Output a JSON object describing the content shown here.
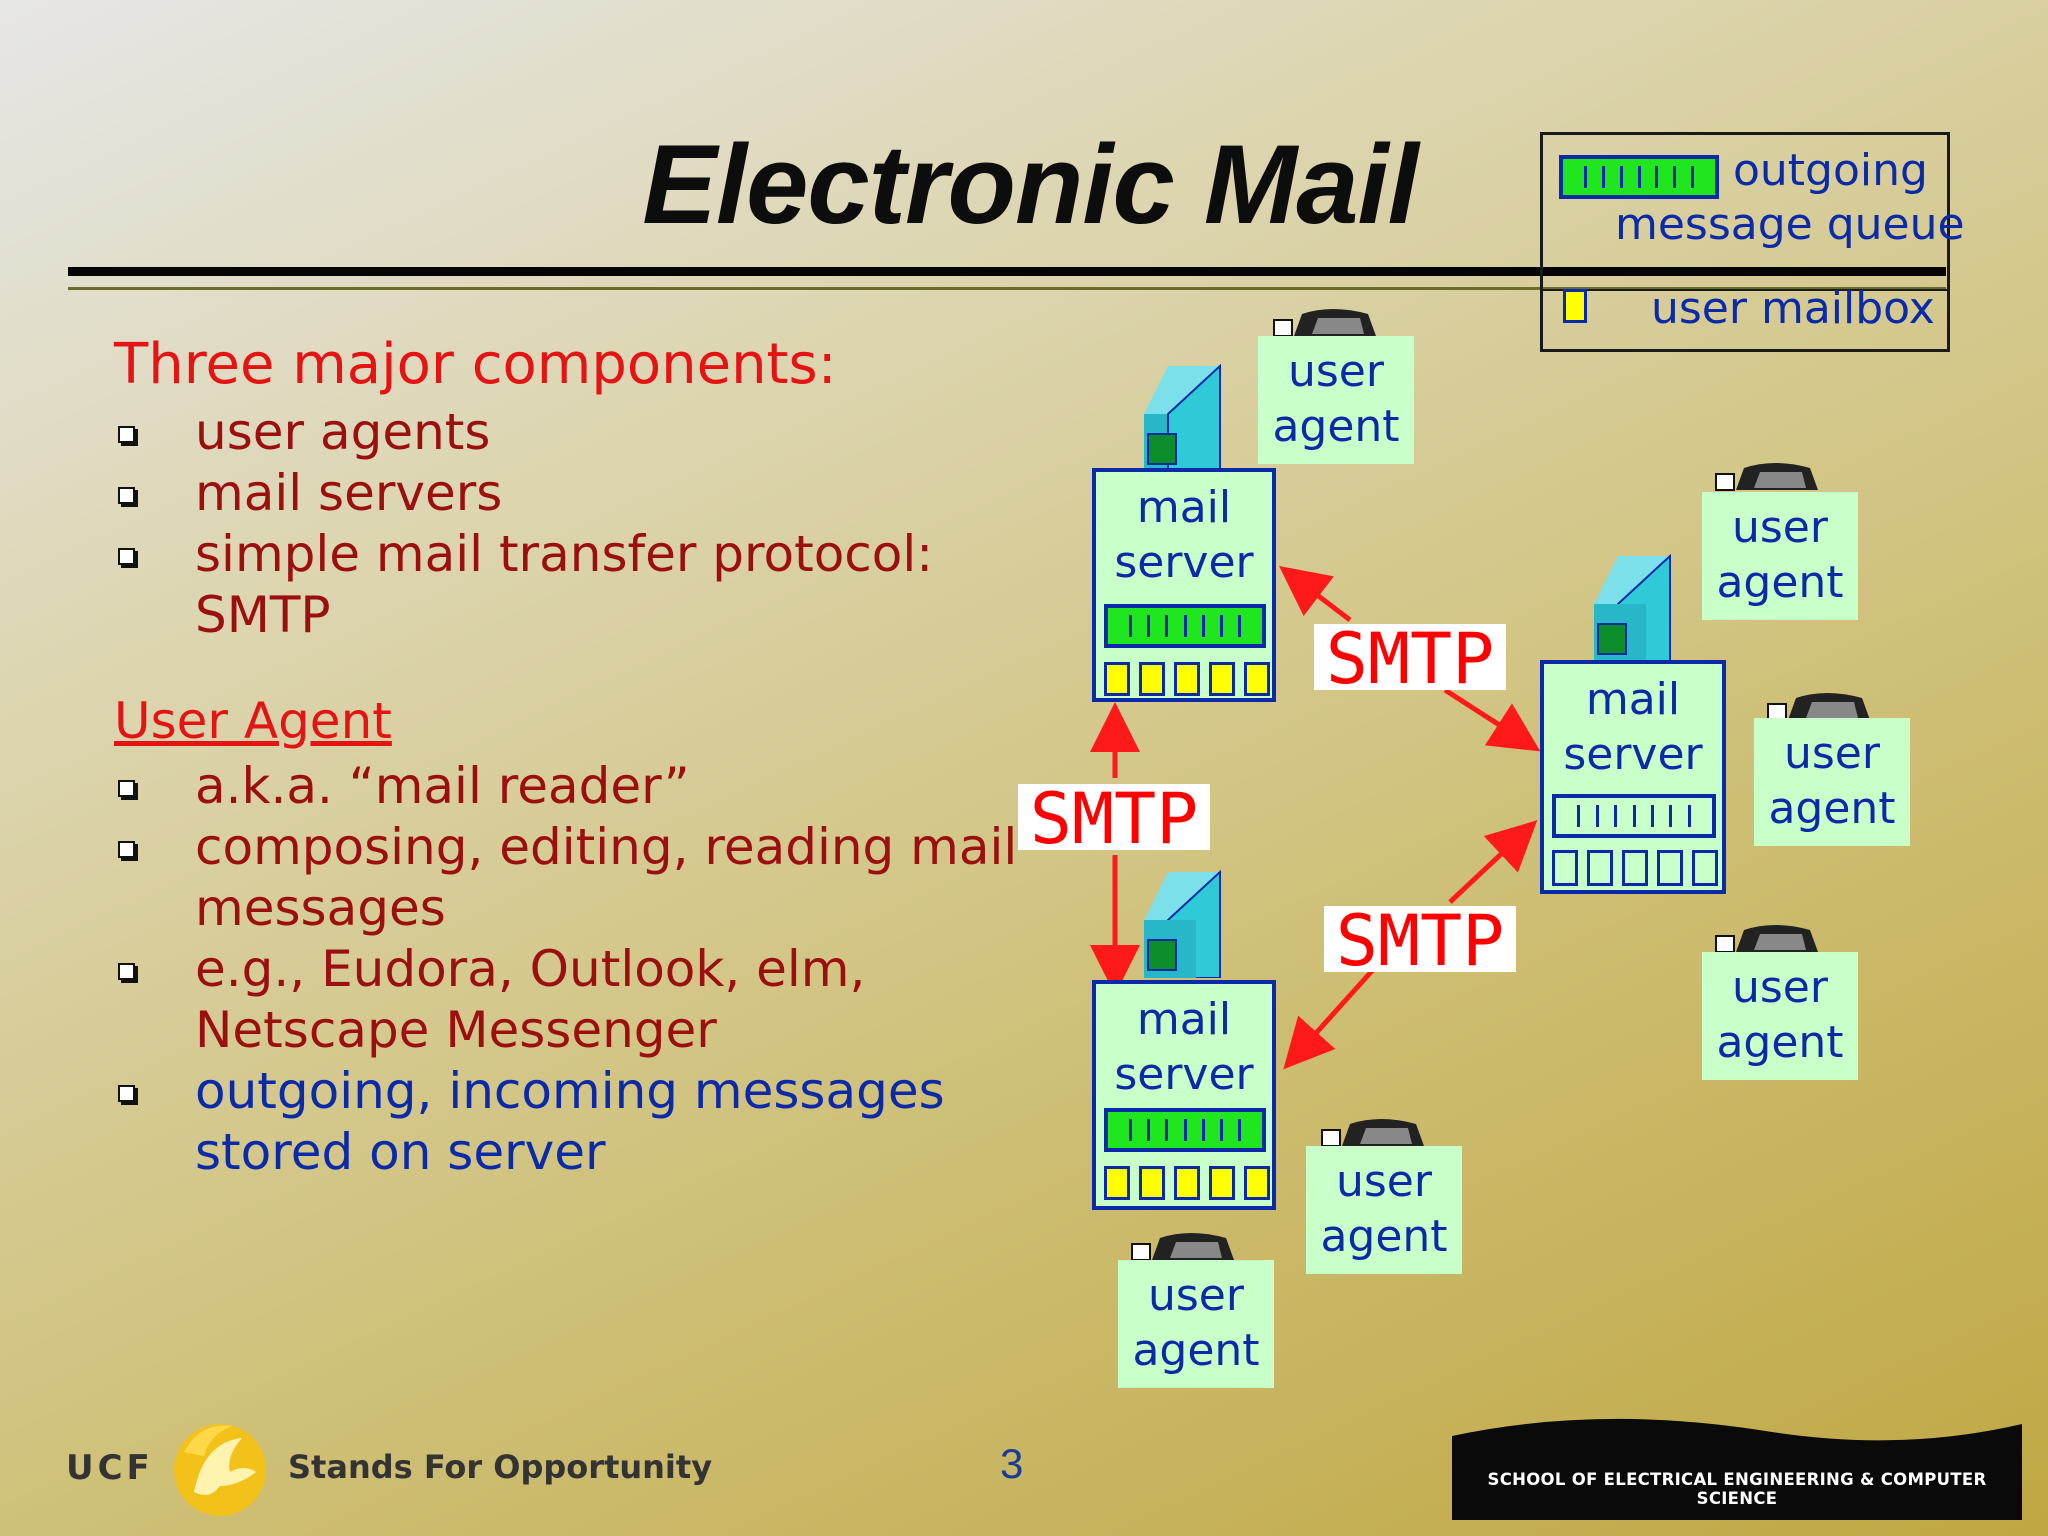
{
  "slide": {
    "title": "Electronic Mail",
    "page_number": "3"
  },
  "legend": {
    "outgoing_label_1": "outgoing",
    "outgoing_label_2": "message queue",
    "mailbox_label": "user mailbox"
  },
  "content": {
    "heading": "Three major components:",
    "components": [
      "user agents",
      "mail servers",
      "simple mail transfer protocol:",
      "SMTP"
    ],
    "ua_heading": "User Agent",
    "ua_bullets": [
      "a.k.a. “mail reader”",
      "composing, editing, reading mail",
      "messages",
      "e.g., Eudora, Outlook, elm,",
      "Netscape Messenger",
      "outgoing, incoming messages",
      "stored on server"
    ]
  },
  "diagram": {
    "user_agent_line1": "user",
    "user_agent_line2": "agent",
    "mail_server_line1": "mail",
    "mail_server_line2": "server",
    "protocol_label": "SMTP"
  },
  "footer": {
    "brand": "UCF",
    "tagline": "Stands For Opportunity",
    "school": "SCHOOL OF ELECTRICAL ENGINEERING & COMPUTER SCIENCE"
  },
  "colors": {
    "accent_red": "#e51414",
    "text_darkred": "#9b0f0f",
    "text_blue": "#0b2aa8",
    "mint": "#c9ffc9",
    "queue_green": "#1fe61f",
    "mailbox_yellow": "#ffff00"
  }
}
